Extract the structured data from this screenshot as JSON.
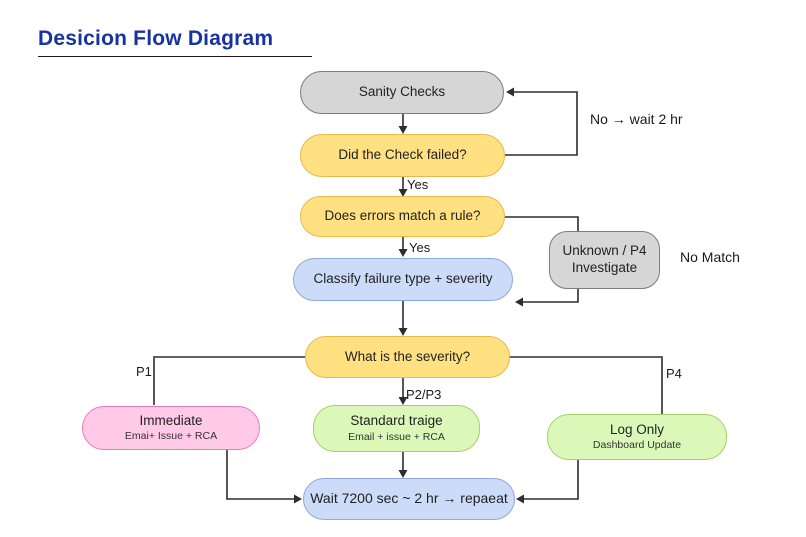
{
  "title": "Desicion Flow Diagram",
  "palette": {
    "title_color": "#17339f",
    "line_color": "#2d2d2d",
    "gray_fill": "#d6d6d6",
    "gray_border": "#7d7d7d",
    "yellow_fill": "#ffe181",
    "yellow_border": "#e9b949",
    "blue_fill": "#cbdbf8",
    "blue_border": "#8ea9dd",
    "pink_fill": "#ffc9e8",
    "pink_border": "#ea78c5",
    "green_fill": "#dcf8b9",
    "green_border": "#a2cf68"
  },
  "nodes": {
    "sanity": {
      "label": "Sanity Checks",
      "color": "gray"
    },
    "check_failed": {
      "label": "Did the Check failed?",
      "color": "yellow"
    },
    "match_rule": {
      "label": "Does errors match a rule?",
      "color": "yellow"
    },
    "classify": {
      "label": "Classify failure type + severity",
      "color": "blue"
    },
    "unknown": {
      "line1": "Unknown / P4",
      "line2": "Investigate",
      "color": "gray"
    },
    "severity": {
      "label": "What is the severity?",
      "color": "yellow"
    },
    "immediate": {
      "label": "Immediate",
      "sublabel": "Emai+ Issue + RCA",
      "color": "pink"
    },
    "standard": {
      "label": "Standard traige",
      "sublabel": "Email + issue + RCA",
      "color": "green"
    },
    "log_only": {
      "label": "Log Only",
      "sublabel": "Dashboard Update",
      "color": "green"
    },
    "wait": {
      "label": "Wait 7200 sec ~ 2 hr → repaeat",
      "color": "blue"
    }
  },
  "edge_labels": {
    "no_wait": "No → wait 2 hr",
    "yes_1": "Yes",
    "yes_2": "Yes",
    "no_match": "No Match",
    "p1": "P1",
    "p2_p3": "P2/P3",
    "p4": "P4"
  }
}
